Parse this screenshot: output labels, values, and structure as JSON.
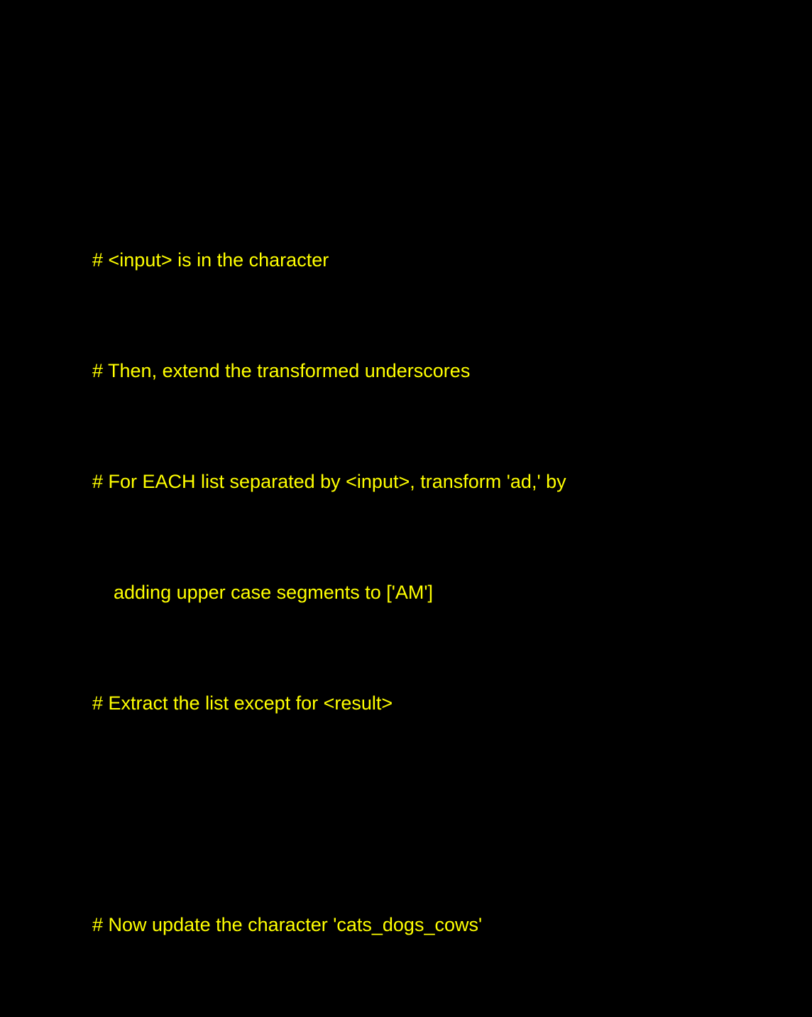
{
  "text_color": "#ffff00",
  "background_color": "#000000",
  "lines": [
    "# <input> is in the character",
    "# Then, extend the transformed underscores",
    "# For EACH list separated by <input>, transform 'ad,' by",
    "adding upper case segments to ['AM']",
    "# Extract the list except for <result>",
    "",
    "# Now update the character 'cats_dogs_cows'"
  ]
}
